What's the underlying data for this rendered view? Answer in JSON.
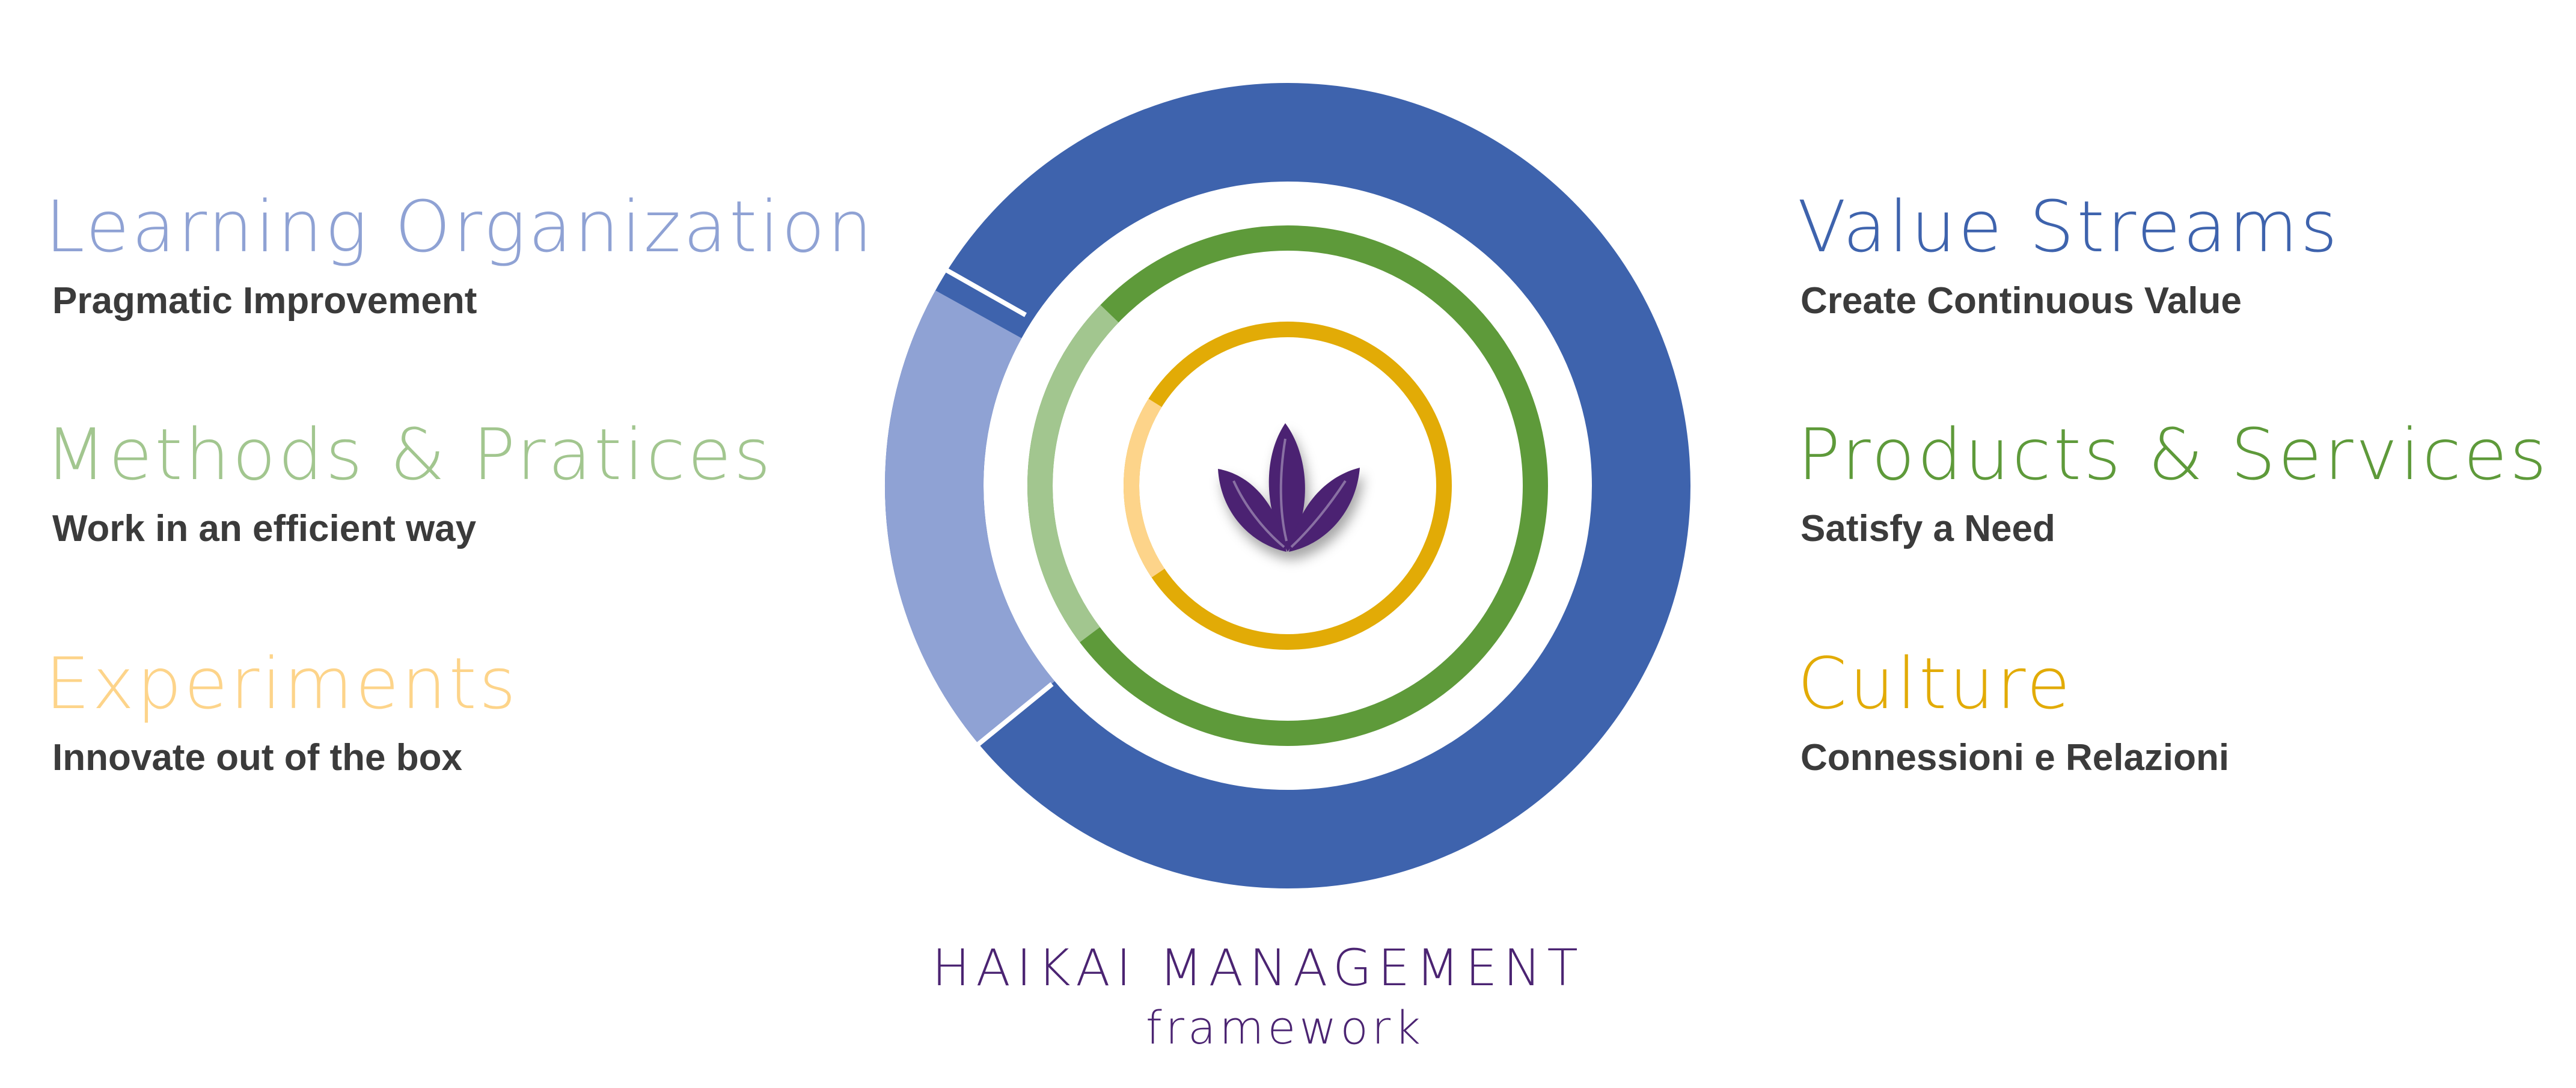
{
  "left": [
    {
      "title": "Learning Organization",
      "subtitle": "Pragmatic Improvement",
      "color": "#8FA2D4"
    },
    {
      "title": "Methods & Pratices",
      "subtitle": "Work in an efficient way",
      "color": "#A2C68F"
    },
    {
      "title": "Experiments",
      "subtitle": "Innovate out of the box",
      "color": "#FDD48A"
    }
  ],
  "right": [
    {
      "title": "Value Streams",
      "subtitle": "Create Continuous Value",
      "color": "#3E63AD"
    },
    {
      "title": "Products & Services",
      "subtitle": "Satisfy a Need",
      "color": "#5E9A3A"
    },
    {
      "title": "Culture",
      "subtitle": "Connessioni e Relazioni",
      "color": "#E2AB06"
    }
  ],
  "footer": {
    "title": "HAIKAI MANAGEMENT",
    "subtitle": "framework",
    "color": "#4B2472"
  },
  "rings": {
    "outer": {
      "main_color": "#3E63AD",
      "segment_color": "#8FA2D4"
    },
    "middle": {
      "main_color": "#5E9A3A",
      "segment_color": "#A2C68F"
    },
    "inner": {
      "main_color": "#E2AB06",
      "segment_color": "#FDD48A"
    }
  },
  "icon": {
    "name": "lotus-leaves-icon",
    "color": "#4B2472"
  }
}
